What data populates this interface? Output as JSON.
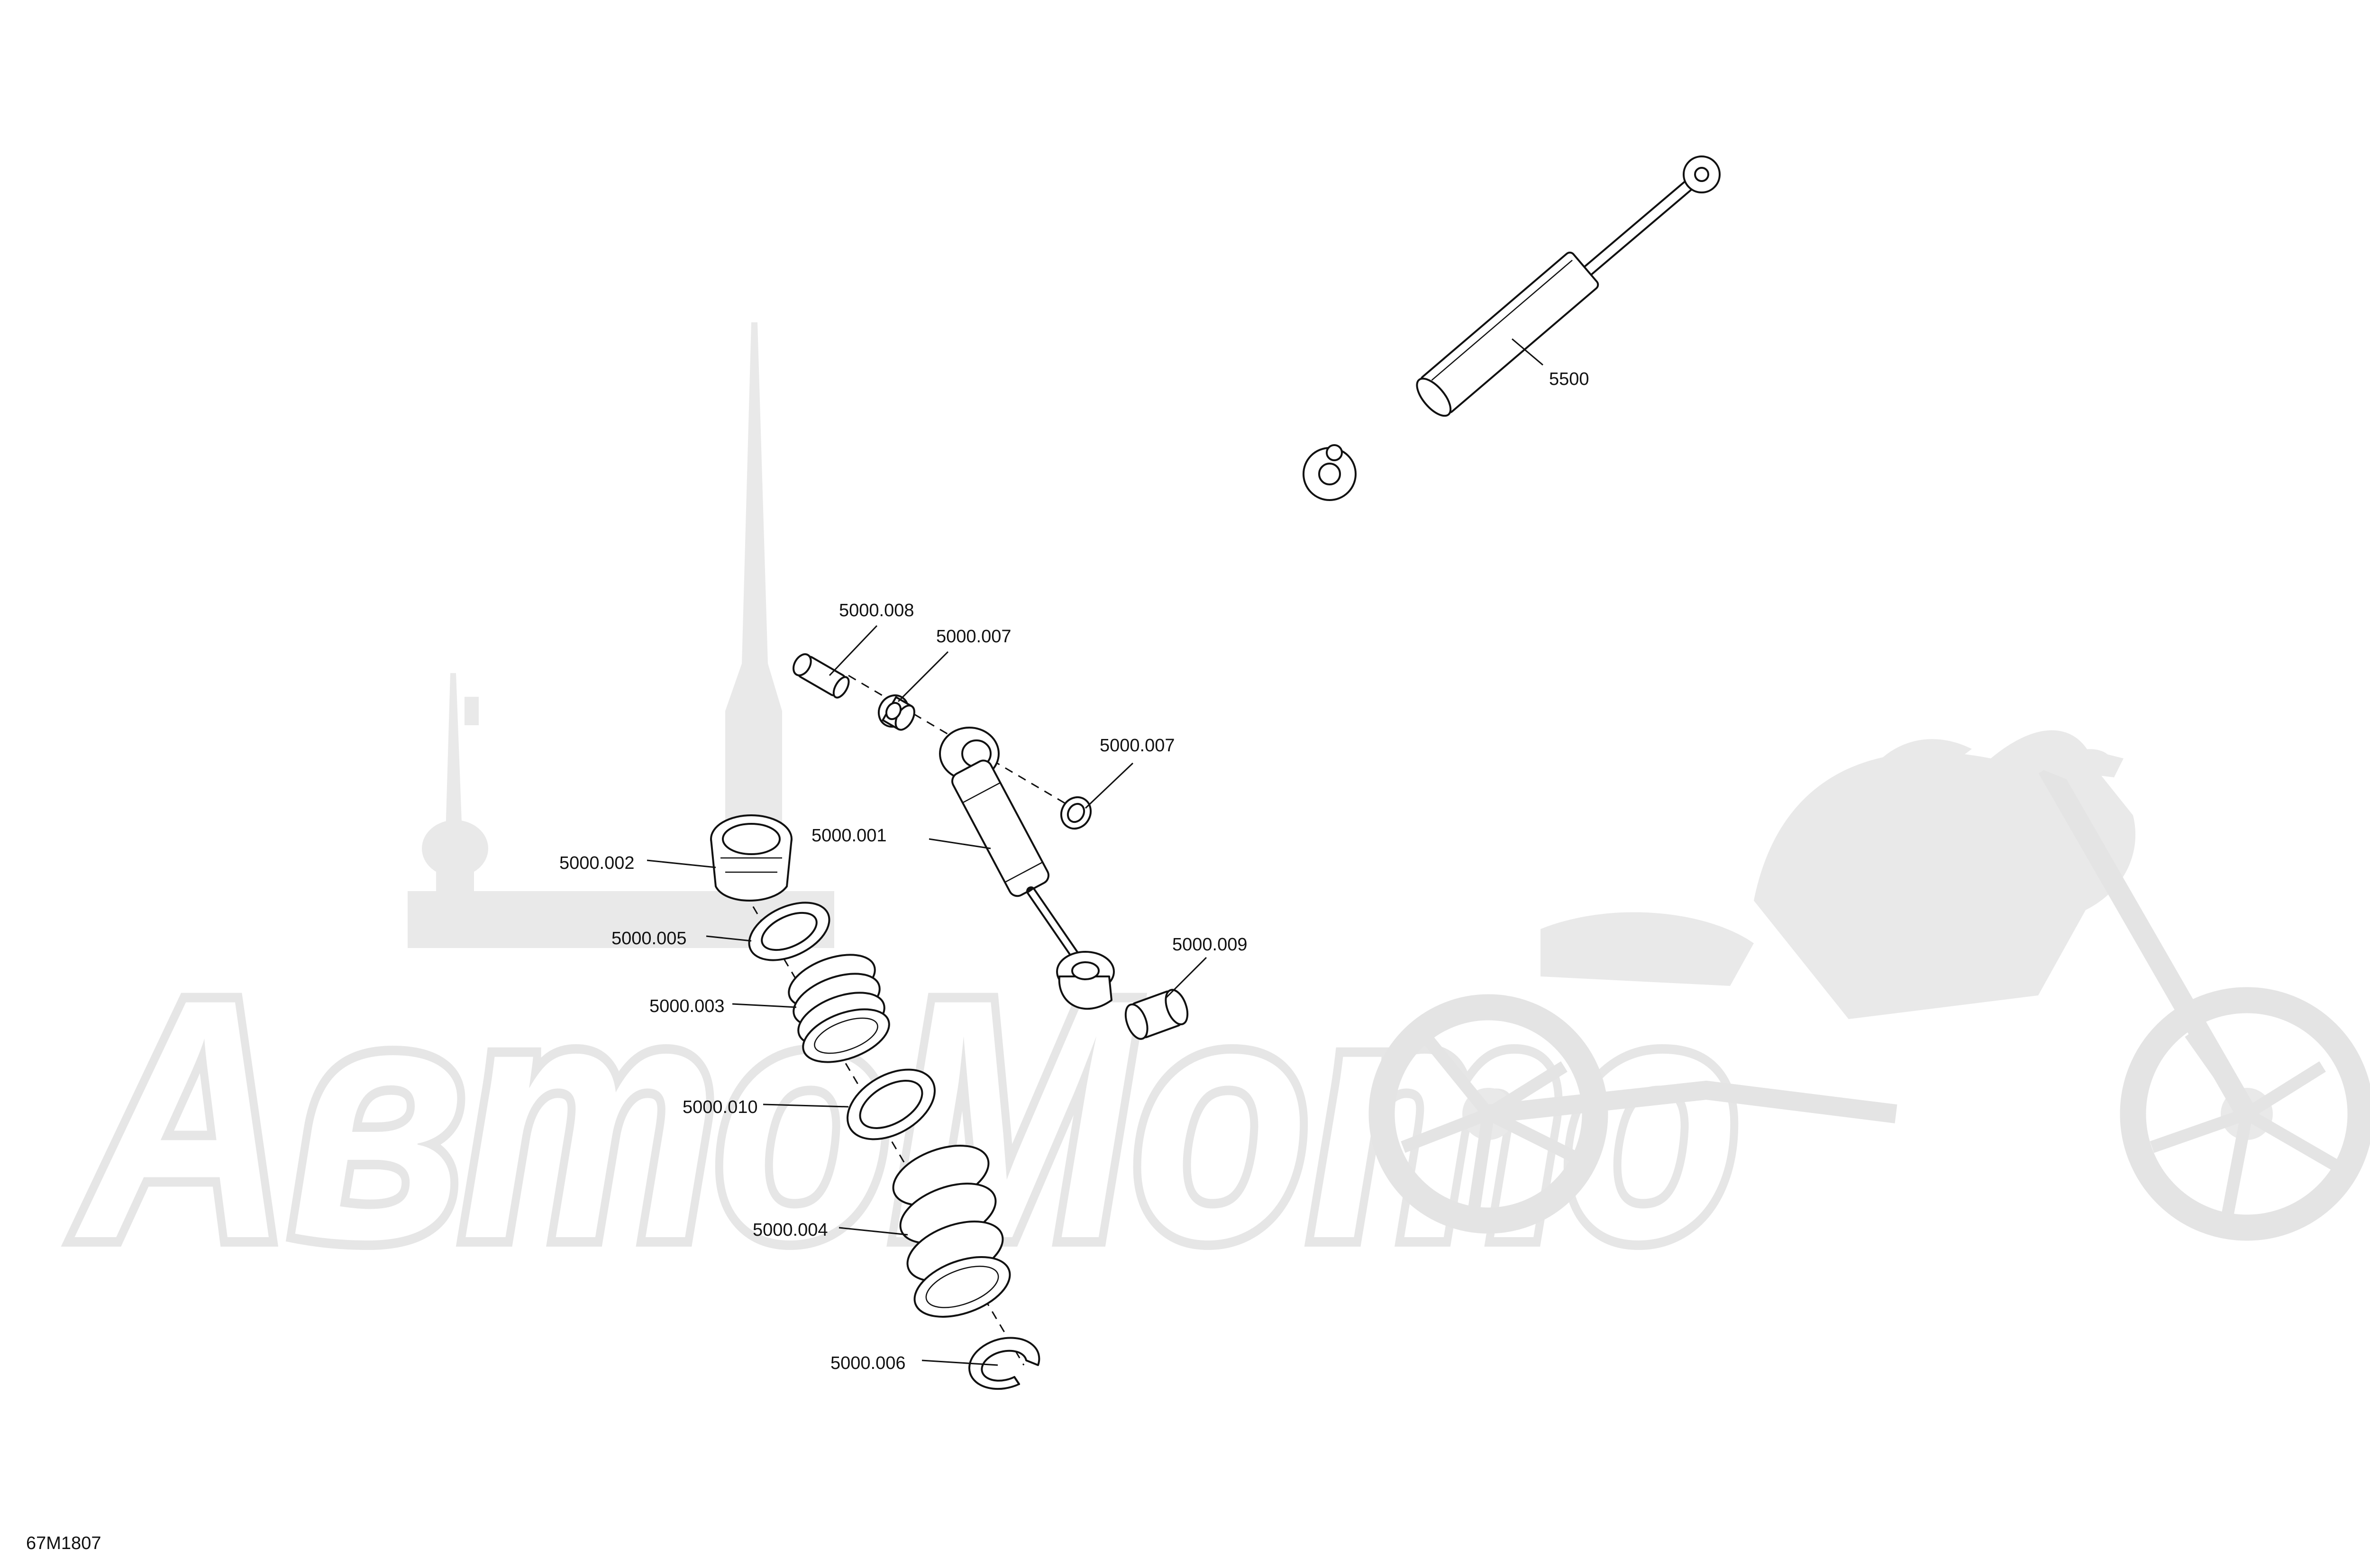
{
  "diagram": {
    "code": "67M1807",
    "callouts": [
      {
        "label": "5500"
      },
      {
        "label": "5000.008"
      },
      {
        "label": "5000.007"
      },
      {
        "label": "5000.007"
      },
      {
        "label": "5000.001"
      },
      {
        "label": "5000.002"
      },
      {
        "label": "5000.005"
      },
      {
        "label": "5000.009"
      },
      {
        "label": "5000.003"
      },
      {
        "label": "5000.010"
      },
      {
        "label": "5000.004"
      },
      {
        "label": "5000.006"
      }
    ]
  },
  "watermark": {
    "text": "АвтоМото",
    "color": "#e9e9e9"
  }
}
